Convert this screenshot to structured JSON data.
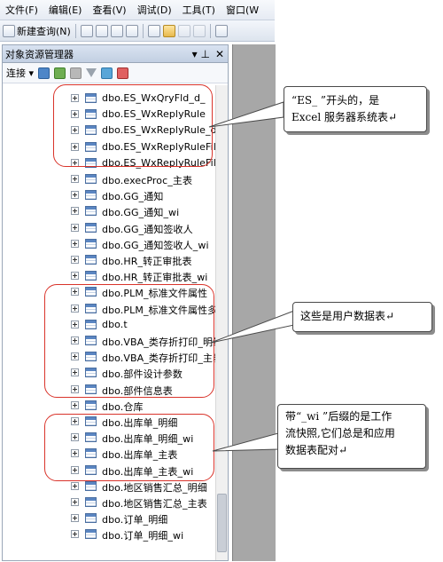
{
  "menubar": {
    "items": [
      "文件(F)",
      "编辑(E)",
      "查看(V)",
      "调试(D)",
      "工具(T)",
      "窗口(W"
    ]
  },
  "toolbar": {
    "new_query_label": "新建查询(N)"
  },
  "object_explorer": {
    "title": "对象资源管理器",
    "pin_glyph": "▾ ⊥",
    "close_glyph": "✕",
    "connect_label": "连接 ▾",
    "tree_items": [
      "dbo.ES_WxQryFld_d_",
      "dbo.ES_WxReplyRule",
      "dbo.ES_WxReplyRule_d",
      "dbo.ES_WxReplyRuleFill",
      "dbo.ES_WxReplyRuleFill",
      "dbo.execProc_主表",
      "dbo.GG_通知",
      "dbo.GG_通知_wi",
      "dbo.GG_通知签收人",
      "dbo.GG_通知签收人_wi",
      "dbo.HR_转正审批表",
      "dbo.HR_转正审批表_wi",
      "dbo.PLM_标准文件属性",
      "dbo.PLM_标准文件属性多",
      "dbo.t",
      "dbo.VBA_类存折打印_明细",
      "dbo.VBA_类存折打印_主表",
      "dbo.部件设计参数",
      "dbo.部件信息表",
      "dbo.仓库",
      "dbo.出库单_明细",
      "dbo.出库单_明细_wi",
      "dbo.出库单_主表",
      "dbo.出库单_主表_wi",
      "dbo.地区销售汇总_明细",
      "dbo.地区销售汇总_主表",
      "dbo.订单_明细",
      "dbo.订单_明细_wi"
    ]
  },
  "annotations": {
    "callout_1": "“ES_ ”开头的，是Excel 服务器系统表↵",
    "callout_1_line1": "“ES_ ”开头的，是",
    "callout_1_line2": "Excel 服务器系统表↵",
    "callout_2": "这些是用户数据表↵",
    "callout_3_line1": "带“_wi ”后缀的是工作",
    "callout_3_line2": "流快照,它们总是和应用",
    "callout_3_line3": "数据表配对↵"
  },
  "colors": {
    "annotation_red": "#d9342b",
    "panel_title_bg": "#c2cfe2",
    "gray_area": "#a7a7a7"
  }
}
